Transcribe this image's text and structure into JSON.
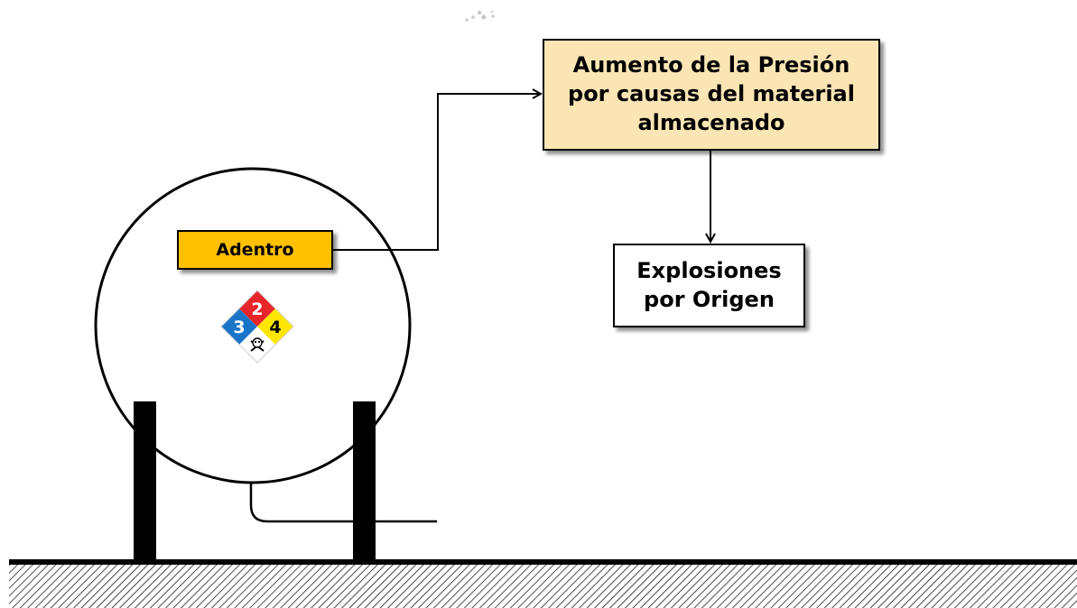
{
  "diagram": {
    "boxes": {
      "adentro": "Adentro",
      "aumento": "Aumento de la Presión\npor causas del material\nalmacenado",
      "explosiones": "Explosiones\npor Origen"
    },
    "nfpa_diamond": {
      "health": "3",
      "flammability": "2",
      "reactivity": "4",
      "special_icon": "skull-crossbones-icon",
      "colors": {
        "health": "#1a75c9",
        "flammability": "#e8252b",
        "reactivity": "#ffe600",
        "special": "#ffffff"
      }
    },
    "colors": {
      "adentro_fill": "#ffc000",
      "aumento_fill": "#fbe5b4",
      "ground": "#000000"
    }
  }
}
